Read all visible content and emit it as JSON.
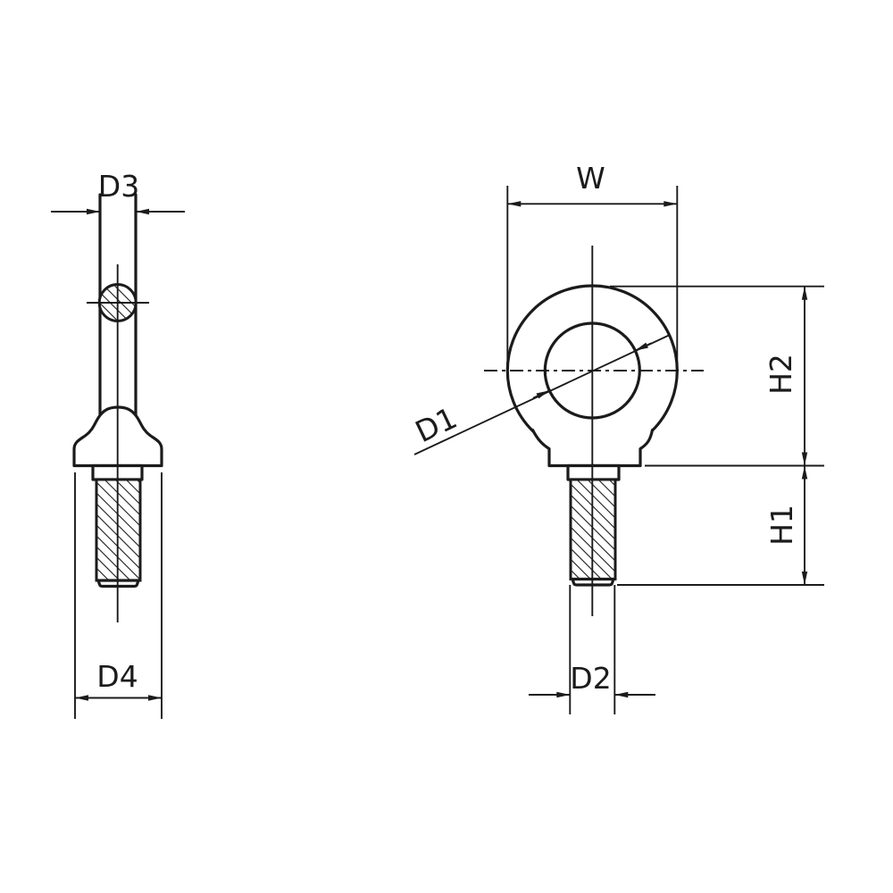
{
  "drawing": {
    "title": "eye-bolt-dimension-drawing",
    "colors": {
      "background": "#ffffff",
      "line": "#1b1b1b"
    },
    "side_view": {
      "labels": {
        "d3": "D3",
        "d4": "D4"
      }
    },
    "front_view": {
      "labels": {
        "w": "W",
        "d1": "D1",
        "h2": "H2",
        "h1": "H1",
        "d2": "D2"
      }
    }
  }
}
